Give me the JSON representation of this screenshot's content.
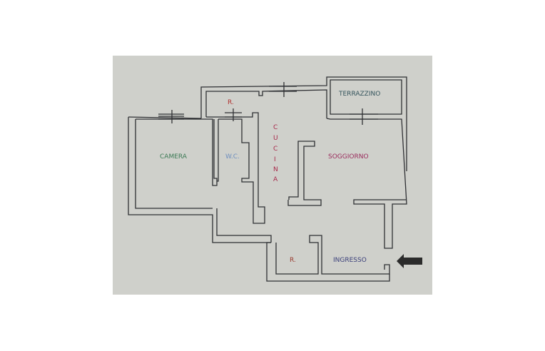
{
  "floorplan": {
    "background_color": "#cfd0cb",
    "wall_color": "#2f3034",
    "rooms": [
      {
        "id": "camera",
        "label": "CAMERA",
        "color": "#3c7a55"
      },
      {
        "id": "wc",
        "label": "W.C.",
        "color": "#6f8fbf"
      },
      {
        "id": "ripostiglio-top",
        "label": "R.",
        "color": "#b0312f"
      },
      {
        "id": "cucina",
        "label": "CUCINA",
        "letters": [
          "C",
          "U",
          "C",
          "I",
          "N",
          "A"
        ],
        "color": "#a8284a"
      },
      {
        "id": "soggiorno",
        "label": "SOGGIORNO",
        "color": "#9a2b5c"
      },
      {
        "id": "terrazzino",
        "label": "TERRAZZINO",
        "color": "#34545c"
      },
      {
        "id": "ripostiglio-bottom",
        "label": "R.",
        "color": "#9a3a2e"
      },
      {
        "id": "ingresso",
        "label": "INGRESSO",
        "color": "#3a3f7a"
      }
    ],
    "entrance_arrow": {
      "direction": "left",
      "color": "#2b2b2b"
    }
  }
}
